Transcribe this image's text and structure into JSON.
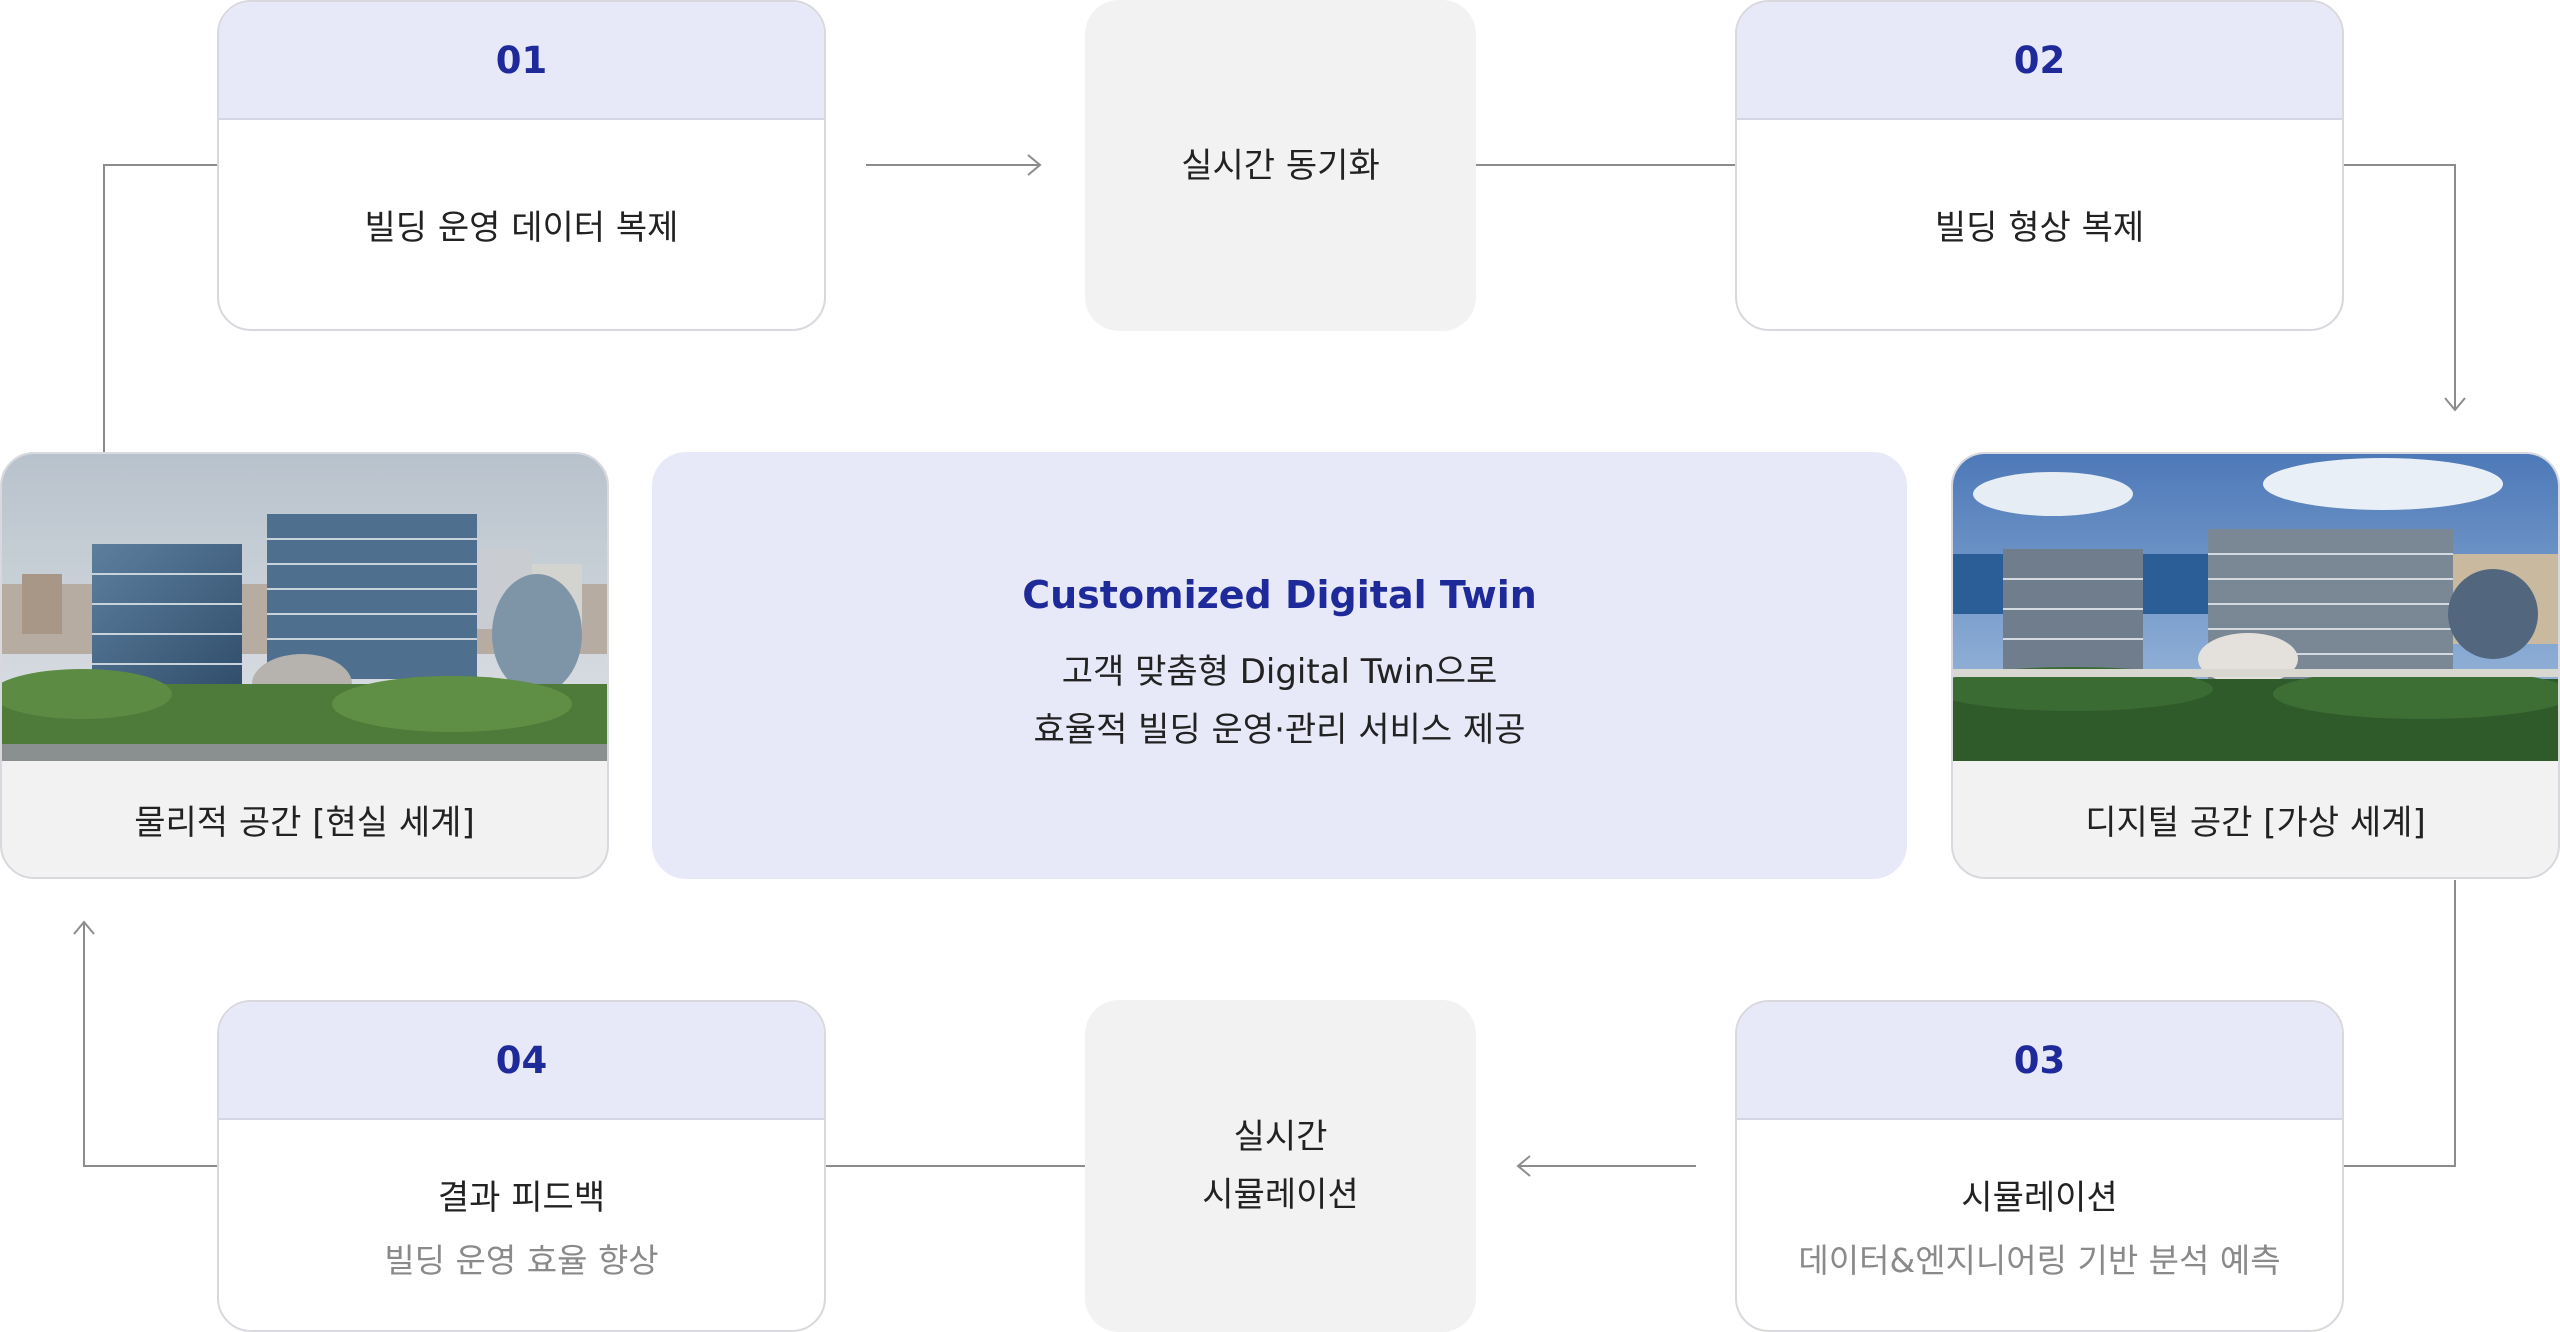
{
  "steps": [
    {
      "number": "01",
      "title": "빌딩 운영 데이터 복제",
      "subtitle": ""
    },
    {
      "number": "02",
      "title": "빌딩 형상 복제",
      "subtitle": ""
    },
    {
      "number": "03",
      "title": "시뮬레이션",
      "subtitle": "데이터&엔지니어링 기반 분석 예측"
    },
    {
      "number": "04",
      "title": "결과 피드백",
      "subtitle": "빌딩 운영 효율 향상"
    }
  ],
  "process": {
    "realtime_sync": "실시간 동기화",
    "realtime_sim_line1": "실시간",
    "realtime_sim_line2": "시뮬레이션"
  },
  "spaces": {
    "physical": "물리적 공간 [현실 세계]",
    "digital": "디지털 공간 [가상 세계]"
  },
  "center": {
    "title": "Customized Digital Twin",
    "line1": "고객 맞춤형 Digital Twin으로",
    "line2": "효율적 빌딩 운영·관리 서비스 제공"
  },
  "colors": {
    "accent": "#1f2a9a",
    "header_fill": "#e8e9f8",
    "grey_fill": "#f2f2f2",
    "connector": "#888888"
  }
}
